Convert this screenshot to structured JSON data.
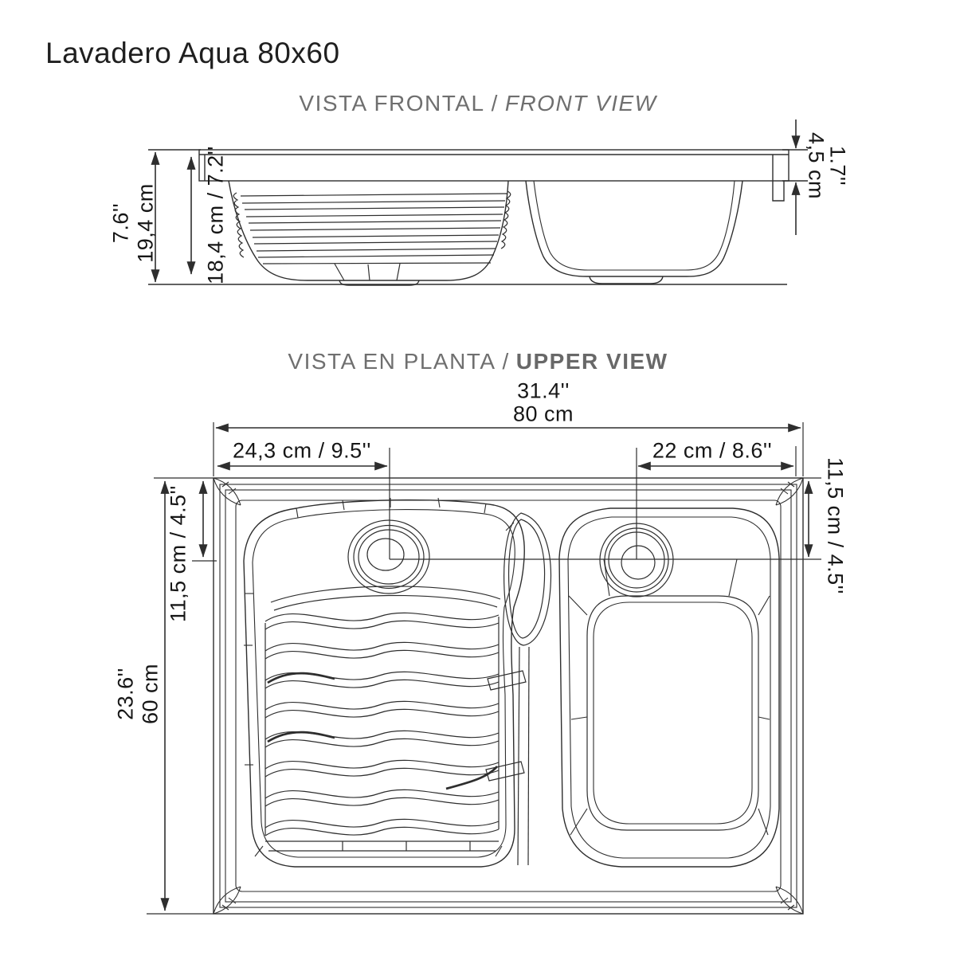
{
  "title": "Lavadero Aqua 80x60",
  "front_view": {
    "heading": {
      "es": "VISTA FRONTAL",
      "separator": "/",
      "en": "FRONT VIEW"
    },
    "dimensions": {
      "total_height_in": "7.6''",
      "total_height_cm": "19,4 cm",
      "basin_depth": "18,4 cm / 7.2''",
      "apron_cm": "4,5 cm",
      "apron_in": "1.7''"
    }
  },
  "upper_view": {
    "heading": {
      "es": "VISTA EN PLANTA",
      "separator": "/",
      "en": "UPPER VIEW"
    },
    "dimensions": {
      "overall_width_in": "31.4''",
      "overall_width_cm": "80 cm",
      "left_drain_offset": "24,3 cm / 9.5''",
      "right_drain_offset": "22 cm / 8.6''",
      "left_edge_offset": "11,5 cm / 4.5''",
      "right_edge_offset": "11,5 cm / 4.5''",
      "overall_depth_in": "23.6''",
      "overall_depth_cm": "60 cm"
    }
  },
  "colors": {
    "line": "#2e2e2e",
    "dimension_text": "#161616",
    "heading_text": "#6f6f6f",
    "title_text": "#1f1f1f",
    "background": "#ffffff"
  }
}
